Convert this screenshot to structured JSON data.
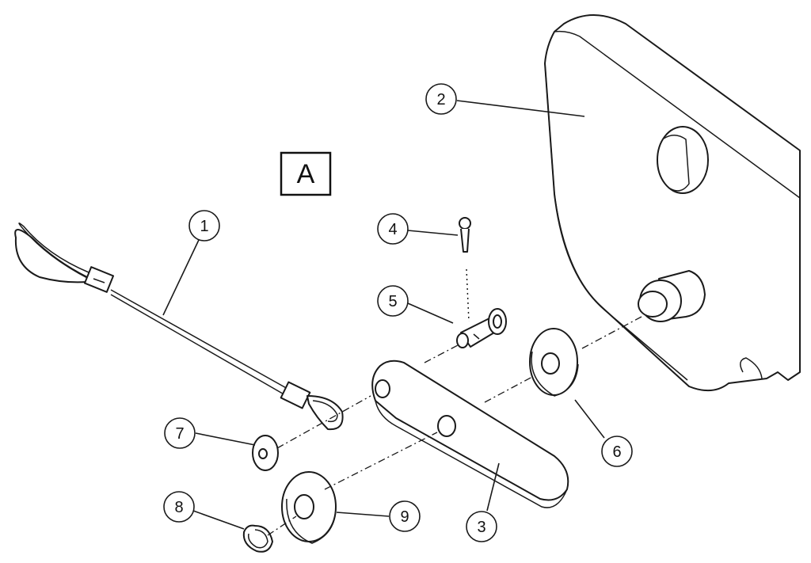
{
  "view_label": "A",
  "callouts": [
    {
      "id": "1",
      "label": "1"
    },
    {
      "id": "2",
      "label": "2"
    },
    {
      "id": "3",
      "label": "3"
    },
    {
      "id": "4",
      "label": "4"
    },
    {
      "id": "5",
      "label": "5"
    },
    {
      "id": "6",
      "label": "6"
    },
    {
      "id": "7",
      "label": "7"
    },
    {
      "id": "8",
      "label": "8"
    },
    {
      "id": "9",
      "label": "9"
    }
  ]
}
